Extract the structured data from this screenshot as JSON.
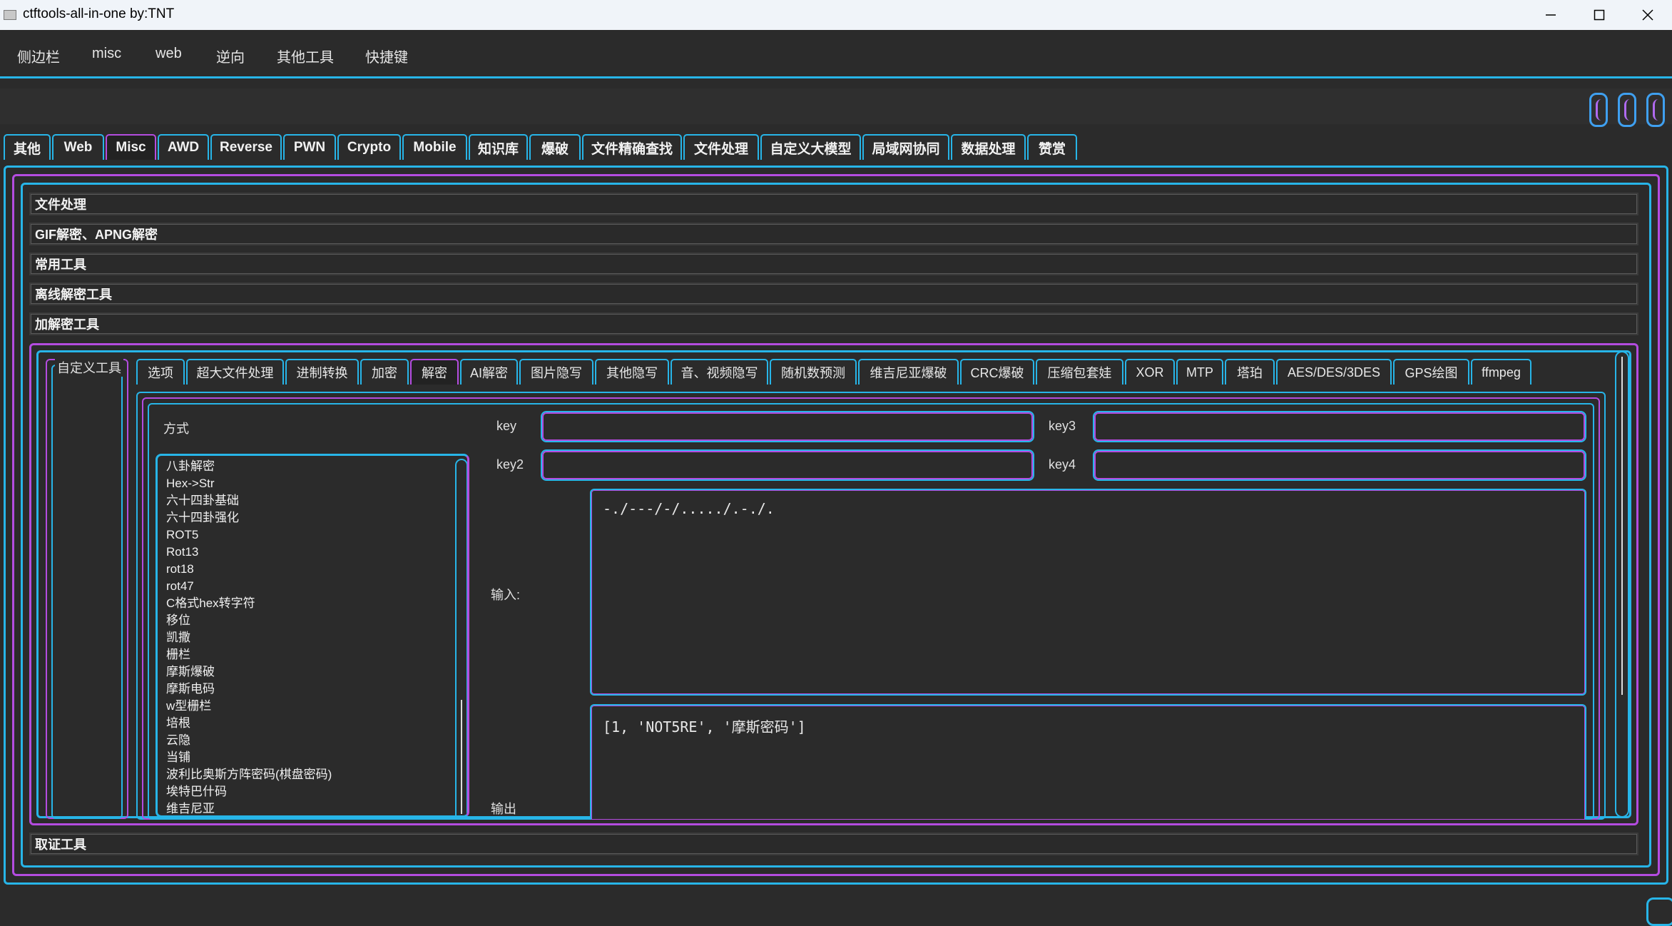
{
  "window": {
    "title": "ctftools-all-in-one   by:TNT",
    "app_icon": "app-icon",
    "controls": [
      "minimize-icon",
      "maximize-icon",
      "close-icon"
    ]
  },
  "menu": {
    "items": [
      "侧边栏",
      "misc",
      "web",
      "逆向",
      "其他工具",
      "快捷键"
    ]
  },
  "main_tabs": {
    "items": [
      "其他",
      "Web",
      "Misc",
      "AWD",
      "Reverse",
      "PWN",
      "Crypto",
      "Mobile",
      "知识库",
      "爆破",
      "文件精确查找",
      "文件处理",
      "自定义大模型",
      "局域网协同",
      "数据处理",
      "赞赏"
    ],
    "active": "Misc"
  },
  "accordion": {
    "top": [
      "文件处理",
      "GIF解密、APNG解密",
      "常用工具",
      "离线解密工具",
      "加解密工具"
    ],
    "bottom": "取证工具"
  },
  "custom_tool": {
    "label": "自定义工具"
  },
  "sub_tabs": {
    "items": [
      "选项",
      "超大文件处理",
      "进制转换",
      "加密",
      "解密",
      "AI解密",
      "图片隐写",
      "其他隐写",
      "音、视频隐写",
      "随机数预测",
      "维吉尼亚爆破",
      "CRC爆破",
      "压缩包套娃",
      "XOR",
      "MTP",
      "塔珀",
      "AES/DES/3DES",
      "GPS绘图",
      "ffmpeg"
    ],
    "active": "解密"
  },
  "decrypt": {
    "method_label": "方式",
    "methods": [
      "八卦解密",
      "Hex->Str",
      "六十四卦基础",
      "六十四卦强化",
      "ROT5",
      "Rot13",
      "rot18",
      "rot47",
      "C格式hex转字符",
      "移位",
      "凯撒",
      "栅栏",
      "摩斯爆破",
      "摩斯电码",
      "w型栅栏",
      "培根",
      "云隐",
      "当铺",
      "波利比奥斯方阵密码(棋盘密码)",
      "埃特巴什码",
      "维吉尼亚"
    ],
    "key_label": "key",
    "key2_label": "key2",
    "key3_label": "key3",
    "key4_label": "key4",
    "input_label": "输入:",
    "output_label": "输出",
    "input_value": "-./---/-/...../.-./.",
    "output_value": "[1, 'NOT5RE', '摩斯密码']"
  },
  "colors": {
    "accent_cyan": "#27b5e8",
    "accent_purple": "#b44ce0",
    "background": "#2b2b2b"
  }
}
